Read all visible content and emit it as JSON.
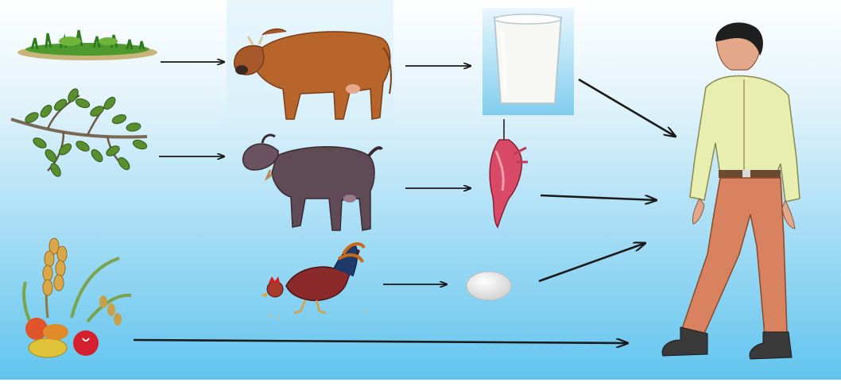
{
  "diagram": {
    "colors": {
      "sky_top": "#ffffff",
      "sky_bottom": "#5fc3ee",
      "grass": "#4e9a2e",
      "cow": "#b7652b",
      "goat": "#5f4a55",
      "milk_glass_bg": "#9fd8f2",
      "meat": "#d84a66",
      "egg": "#f2f2f2",
      "rooster": "#8a2a2a",
      "shirt": "#e8eeb0",
      "trousers": "#d9825f",
      "arrow": "#1a1a1a"
    },
    "nodes": [
      {
        "id": "grass",
        "icon": "grass-icon"
      },
      {
        "id": "leaves",
        "icon": "leafy-branch-icon"
      },
      {
        "id": "grains-fruits",
        "icon": "grains-and-fruits-icon"
      },
      {
        "id": "cow",
        "icon": "cow-icon"
      },
      {
        "id": "goat",
        "icon": "goat-icon"
      },
      {
        "id": "hen",
        "icon": "rooster-icon"
      },
      {
        "id": "milk",
        "icon": "milk-glass-icon"
      },
      {
        "id": "meat",
        "icon": "hanging-meat-icon"
      },
      {
        "id": "egg",
        "icon": "egg-icon"
      },
      {
        "id": "human",
        "icon": "man-icon"
      }
    ],
    "edges": [
      {
        "from": "grass",
        "to": "cow"
      },
      {
        "from": "cow",
        "to": "milk"
      },
      {
        "from": "milk",
        "to": "human"
      },
      {
        "from": "leaves",
        "to": "goat"
      },
      {
        "from": "goat",
        "to": "meat"
      },
      {
        "from": "meat",
        "to": "human"
      },
      {
        "from": "hen",
        "to": "egg"
      },
      {
        "from": "egg",
        "to": "human"
      },
      {
        "from": "grains-fruits",
        "to": "human"
      }
    ]
  }
}
